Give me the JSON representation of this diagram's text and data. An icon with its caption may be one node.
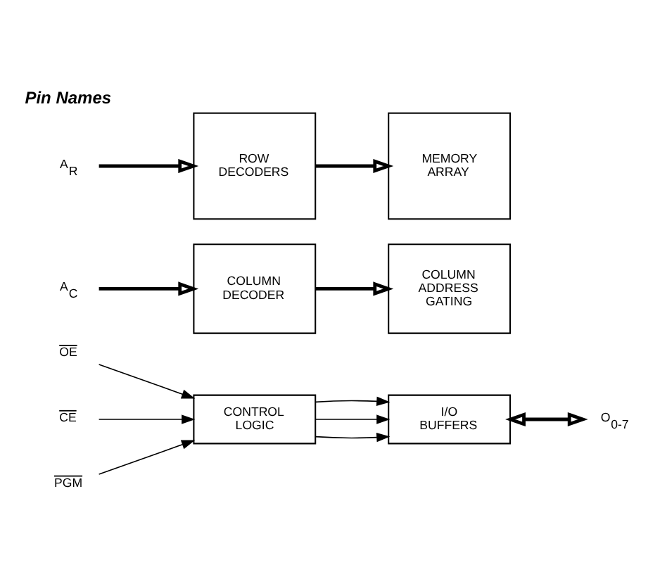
{
  "diagram": {
    "nodes": [
      {
        "text": [
          "A$_{R}$"
        ]
      },
      {
        "text": [
          "ROW DECODERS"
        ]
      },
      {
        "text": [
          "MEMORY ARRAY"
        ]
      },
      {
        "text": [
          "A$_{C}$"
        ]
      },
      {
        "text": [
          "COLUMN DECODER"
        ]
      },
      {
        "text": [
          "COLUMN ADDRESS GATING"
        ]
      },
      {
        "text": [
          "OE"
        ]
      },
      {
        "text": [
          "CE"
        ]
      },
      {
        "text": [
          "PGM"
        ]
      },
      {
        "text": [
          "CONTROL LOGIC"
        ]
      },
      {
        "text": [
          "I/O BUFFERS"
        ]
      },
      {
        "text": [
          "O$_{0-7}$"
        ]
      }
    ],
    "edges": [
      {
        "from": 0,
        "to": 1,
        "arrow": "to",
        "style": "thick"
      },
      {
        "from": 1,
        "to": 2,
        "arrow": "to",
        "style": "thick"
      },
      {
        "from": 3,
        "to": 4,
        "arrow": "to",
        "style": "thick"
      },
      {
        "from": 4,
        "to": 5,
        "arrow": "to",
        "style": "thick"
      },
      {
        "from": 6,
        "to": 9,
        "arrow": "to"
      },
      {
        "from": 7,
        "to": 9,
        "arrow": "to"
      },
      {
        "from": 8,
        "to": 9,
        "arrow": "to"
      },
      {
        "from": 9,
        "to": 10,
        "arrow": "to"
      },
      {
        "from": 9,
        "to": 10,
        "arrow": "to"
      },
      {
        "from": 9,
        "to": 10,
        "arrow": "to"
      },
      {
        "from": 10,
        "to": 11,
        "arrow": "both",
        "style": "thick"
      }
    ],
    "labels": [
      "Pin Names"
    ]
  }
}
